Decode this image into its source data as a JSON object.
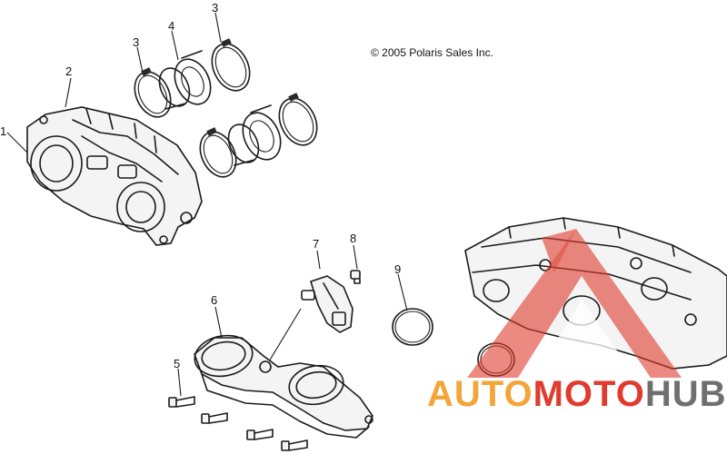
{
  "copyright": "© 2005 Polaris Sales Inc.",
  "callouts": {
    "c1": "1",
    "c2": "2",
    "c3a": "3",
    "c3b": "3",
    "c4": "4",
    "c5": "5",
    "c6": "6",
    "c7": "7",
    "c8": "8",
    "c9": "9"
  },
  "watermark": {
    "part1": "AUTO",
    "part2": "MOTO",
    "part3": "HUB",
    "color_orange": "#f3a53a",
    "color_red": "#e03b2e",
    "color_gray": "#6f6f6f"
  }
}
